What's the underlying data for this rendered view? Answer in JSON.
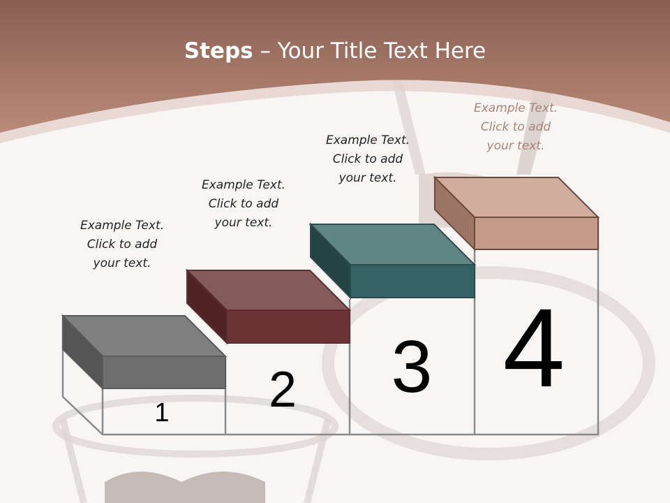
{
  "slide": {
    "title_bold": "Steps",
    "title_rest": " – Your Title Text Here",
    "colors": {
      "header": "#a87868",
      "step1": "#6e6e6e",
      "step2": "#6b3333",
      "step3": "#356262",
      "step4": "#c49a88"
    },
    "steps": [
      {
        "number": "1",
        "line1": "Example Text.",
        "line2": "Click  to add",
        "line3": "your text."
      },
      {
        "number": "2",
        "line1": "Example Text.",
        "line2": "Click  to add",
        "line3": "your text."
      },
      {
        "number": "3",
        "line1": "Example Text.",
        "line2": "Click  to add",
        "line3": "your text."
      },
      {
        "number": "4",
        "line1": "Example Text.",
        "line2": "Click  to add",
        "line3": "your text."
      }
    ]
  }
}
